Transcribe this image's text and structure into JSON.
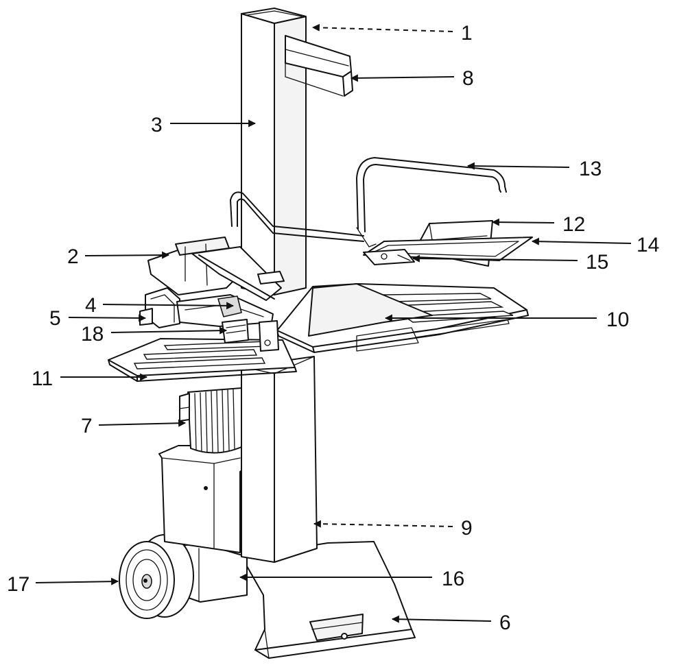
{
  "callouts": [
    {
      "id": "c1",
      "label": "1"
    },
    {
      "id": "c2",
      "label": "2"
    },
    {
      "id": "c3",
      "label": "3"
    },
    {
      "id": "c4",
      "label": "4"
    },
    {
      "id": "c5",
      "label": "5"
    },
    {
      "id": "c6",
      "label": "6"
    },
    {
      "id": "c7",
      "label": "7"
    },
    {
      "id": "c8",
      "label": "8"
    },
    {
      "id": "c9",
      "label": "9"
    },
    {
      "id": "c10",
      "label": "10"
    },
    {
      "id": "c11",
      "label": "11"
    },
    {
      "id": "c12",
      "label": "12"
    },
    {
      "id": "c13",
      "label": "13"
    },
    {
      "id": "c14",
      "label": "14"
    },
    {
      "id": "c15",
      "label": "15"
    },
    {
      "id": "c16",
      "label": "16"
    },
    {
      "id": "c17",
      "label": "17"
    },
    {
      "id": "c18",
      "label": "18"
    }
  ],
  "colors": {
    "line": "#111111",
    "background": "#ffffff"
  }
}
